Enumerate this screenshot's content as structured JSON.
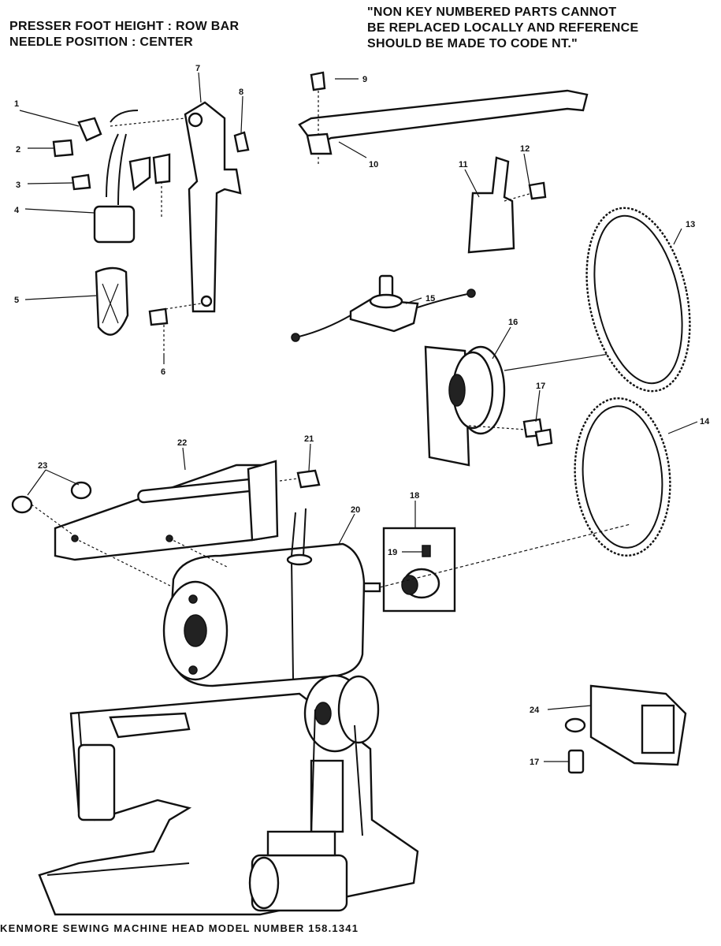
{
  "header": {
    "left_line1": "PRESSER FOOT HEIGHT : ROW BAR",
    "left_line2": "NEEDLE POSITION : CENTER",
    "right_line1": "\"NON KEY NUMBERED PARTS CANNOT",
    "right_line2": "BE REPLACED LOCALLY AND REFERENCE",
    "right_line3": "SHOULD BE MADE TO CODE NT.\""
  },
  "callouts": {
    "c1": "1",
    "c2": "2",
    "c3": "3",
    "c4": "4",
    "c5": "5",
    "c6": "6",
    "c7": "7",
    "c8": "8",
    "c9": "9",
    "c10": "10",
    "c11": "11",
    "c12": "12",
    "c13": "13",
    "c14": "14",
    "c15": "15",
    "c16": "16",
    "c17a": "17",
    "c17b": "17",
    "c18": "18",
    "c19": "19",
    "c20": "20",
    "c21": "21",
    "c22": "22",
    "c23": "23",
    "c24": "24"
  },
  "footer": {
    "caption": "KENMORE SEWING MACHINE HEAD MODEL NUMBER 158.1341"
  }
}
